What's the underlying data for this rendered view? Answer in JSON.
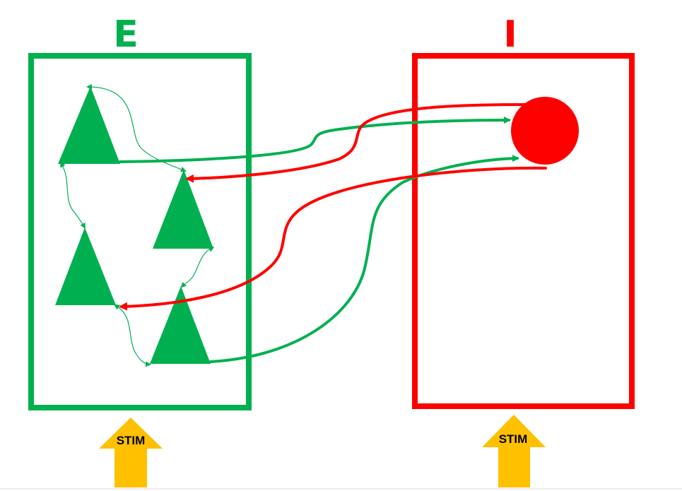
{
  "populations": {
    "excitatory": {
      "label": "E",
      "color": "#00b050"
    },
    "inhibitory": {
      "label": "I",
      "color": "#ff0000"
    }
  },
  "stimuli": {
    "excitatory": {
      "label": "STIM"
    },
    "inhibitory": {
      "label": "STIM"
    }
  },
  "colors": {
    "stim_arrow": "#ffc000",
    "background": "#ffffff"
  }
}
